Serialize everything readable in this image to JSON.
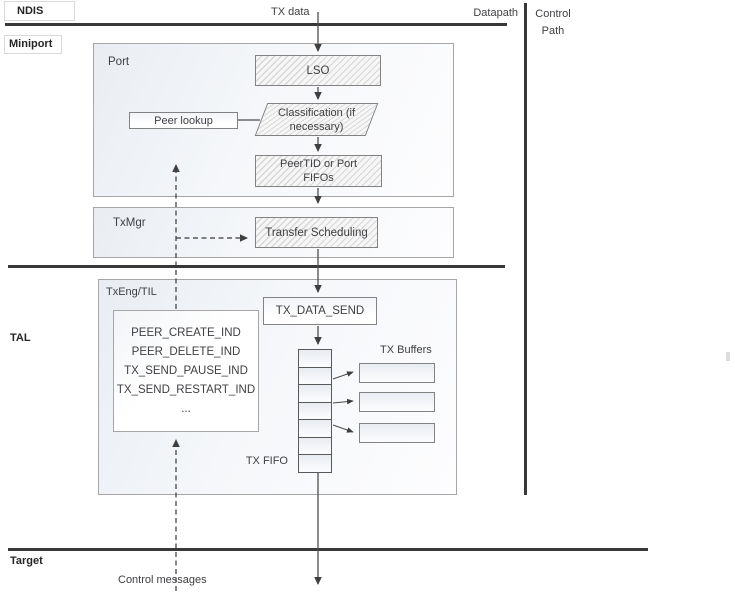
{
  "colors": {
    "line_dark": "#383838",
    "connector": "#4d4d4d",
    "box_border": "#828282",
    "container_border": "#a6a6a6",
    "hatch_line": "#d7d7d7",
    "hatch_bg": "#f6f6f6",
    "grad_top": "#e9edf2",
    "text": "#404044",
    "label_box_border": "#d9d9d9"
  },
  "lanes": {
    "ndis": {
      "label": "NDIS"
    },
    "miniport": {
      "label": "Miniport"
    },
    "tal": {
      "label": "TAL"
    },
    "target": {
      "label": "Target"
    }
  },
  "header": {
    "tx_data": "TX data",
    "datapath": "Datapath",
    "control_path_line1": "Control",
    "control_path_line2": "Path"
  },
  "miniport": {
    "port": {
      "label": "Port",
      "lso": "LSO",
      "classification": [
        "Classification (if",
        "necessary)"
      ],
      "peer_lookup": "Peer lookup",
      "fifos": [
        "PeerTID or Port",
        "FIFOs"
      ]
    },
    "txmgr": {
      "label": "TxMgr",
      "transfer_scheduling": "Transfer Scheduling"
    }
  },
  "tal": {
    "txeng": {
      "label": "TxEng/TIL",
      "tx_data_send": "TX_DATA_SEND",
      "indications": [
        "PEER_CREATE_IND",
        "PEER_DELETE_IND",
        "TX_SEND_PAUSE_IND",
        "TX_SEND_RESTART_IND",
        "..."
      ],
      "tx_buffers_label": "TX Buffers",
      "tx_fifo_label": "TX FIFO",
      "fifo_cell_count": 7,
      "buffer_count": 3
    }
  },
  "footer": {
    "control_messages": "Control messages"
  }
}
